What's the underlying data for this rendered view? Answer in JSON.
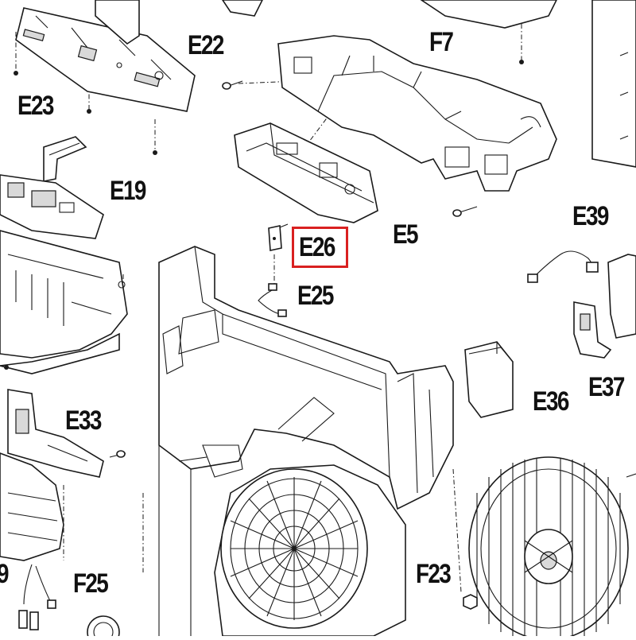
{
  "diagram": {
    "highlight_color": "#d92020",
    "highlighted_part": "E26",
    "labels": {
      "e22": "E22",
      "f7": "F7",
      "e23": "E23",
      "e19": "E19",
      "e5": "E5",
      "e26": "E26",
      "e39": "E39",
      "e25": "E25",
      "e37": "E37",
      "e36": "E36",
      "e33": "E33",
      "f25": "F25",
      "f23": "F23",
      "e_partial": "9"
    }
  }
}
